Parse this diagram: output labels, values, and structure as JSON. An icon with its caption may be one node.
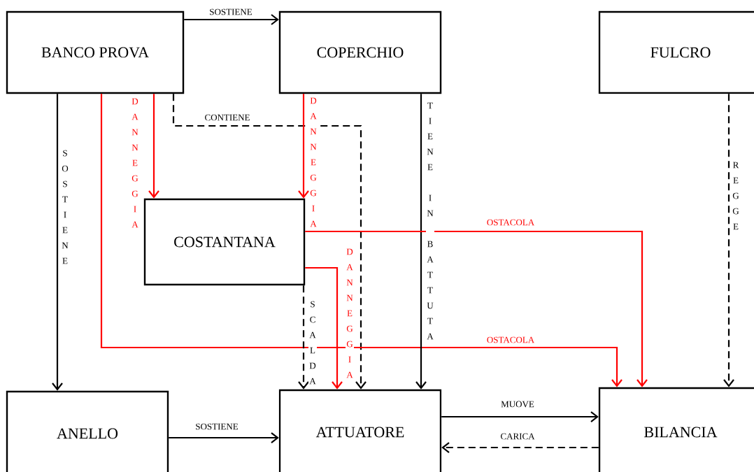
{
  "diagram": {
    "nodes": [
      {
        "text": [
          "BANCO PROVA"
        ]
      },
      {
        "text": [
          "COPERCHIO"
        ]
      },
      {
        "text": [
          "FULCRO"
        ]
      },
      {
        "text": [
          "COSTANTANA"
        ]
      },
      {
        "text": [
          "ANELLO"
        ]
      },
      {
        "text": [
          "ATTUATORE"
        ]
      },
      {
        "text": [
          "BILANCIA"
        ]
      }
    ],
    "edges": [
      {
        "from": 0,
        "to": 1,
        "arrow": "to",
        "label": "SOSTIENE"
      },
      {
        "from": 0,
        "to": 4,
        "arrow": "to",
        "label": "SOSTIENE"
      },
      {
        "from": 0,
        "to": 3,
        "arrow": "to",
        "label": "DANNEGGIA",
        "color": "#ff0000"
      },
      {
        "from": 0,
        "to": 5,
        "arrow": "to",
        "label": "CONTIENE",
        "style": "dashed"
      },
      {
        "from": 0,
        "to": 6,
        "arrow": "to",
        "label": "OSTACOLA",
        "color": "#ff0000"
      },
      {
        "from": 1,
        "to": 3,
        "arrow": "to",
        "label": "DANNEGGIA",
        "color": "#ff0000"
      },
      {
        "from": 1,
        "to": 5,
        "arrow": "to",
        "label": "TIENE IN BATTUTA"
      },
      {
        "from": 3,
        "to": 6,
        "arrow": "to",
        "label": "OSTACOLA",
        "color": "#ff0000"
      },
      {
        "from": 3,
        "to": 5,
        "arrow": "to",
        "label": "DANNEGGIA",
        "color": "#ff0000"
      },
      {
        "from": 3,
        "to": 5,
        "arrow": "to",
        "label": "SCALDA",
        "style": "dashed"
      },
      {
        "from": 2,
        "to": 6,
        "arrow": "to",
        "label": "REGGE",
        "style": "dashed"
      },
      {
        "from": 4,
        "to": 5,
        "arrow": "to",
        "label": "SOSTIENE"
      },
      {
        "from": 5,
        "to": 6,
        "arrow": "to",
        "label": "MUOVE"
      },
      {
        "from": 6,
        "to": 5,
        "arrow": "to",
        "label": "CARICA",
        "style": "dashed"
      }
    ]
  }
}
